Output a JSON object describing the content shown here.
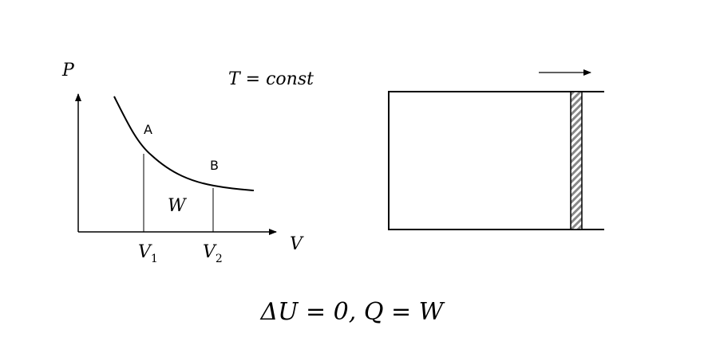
{
  "pv_diagram": {
    "axis_y_label": "P",
    "axis_x_label": "V",
    "condition": "T = const",
    "point_a_label": "A",
    "point_b_label": "B",
    "area_label": "W",
    "v1_label": "V",
    "v1_sub": "1",
    "v2_label": "V",
    "v2_sub": "2"
  },
  "equation": "ΔU = 0, Q = W",
  "colors": {
    "line": "#000000",
    "hatch": "#888888"
  }
}
